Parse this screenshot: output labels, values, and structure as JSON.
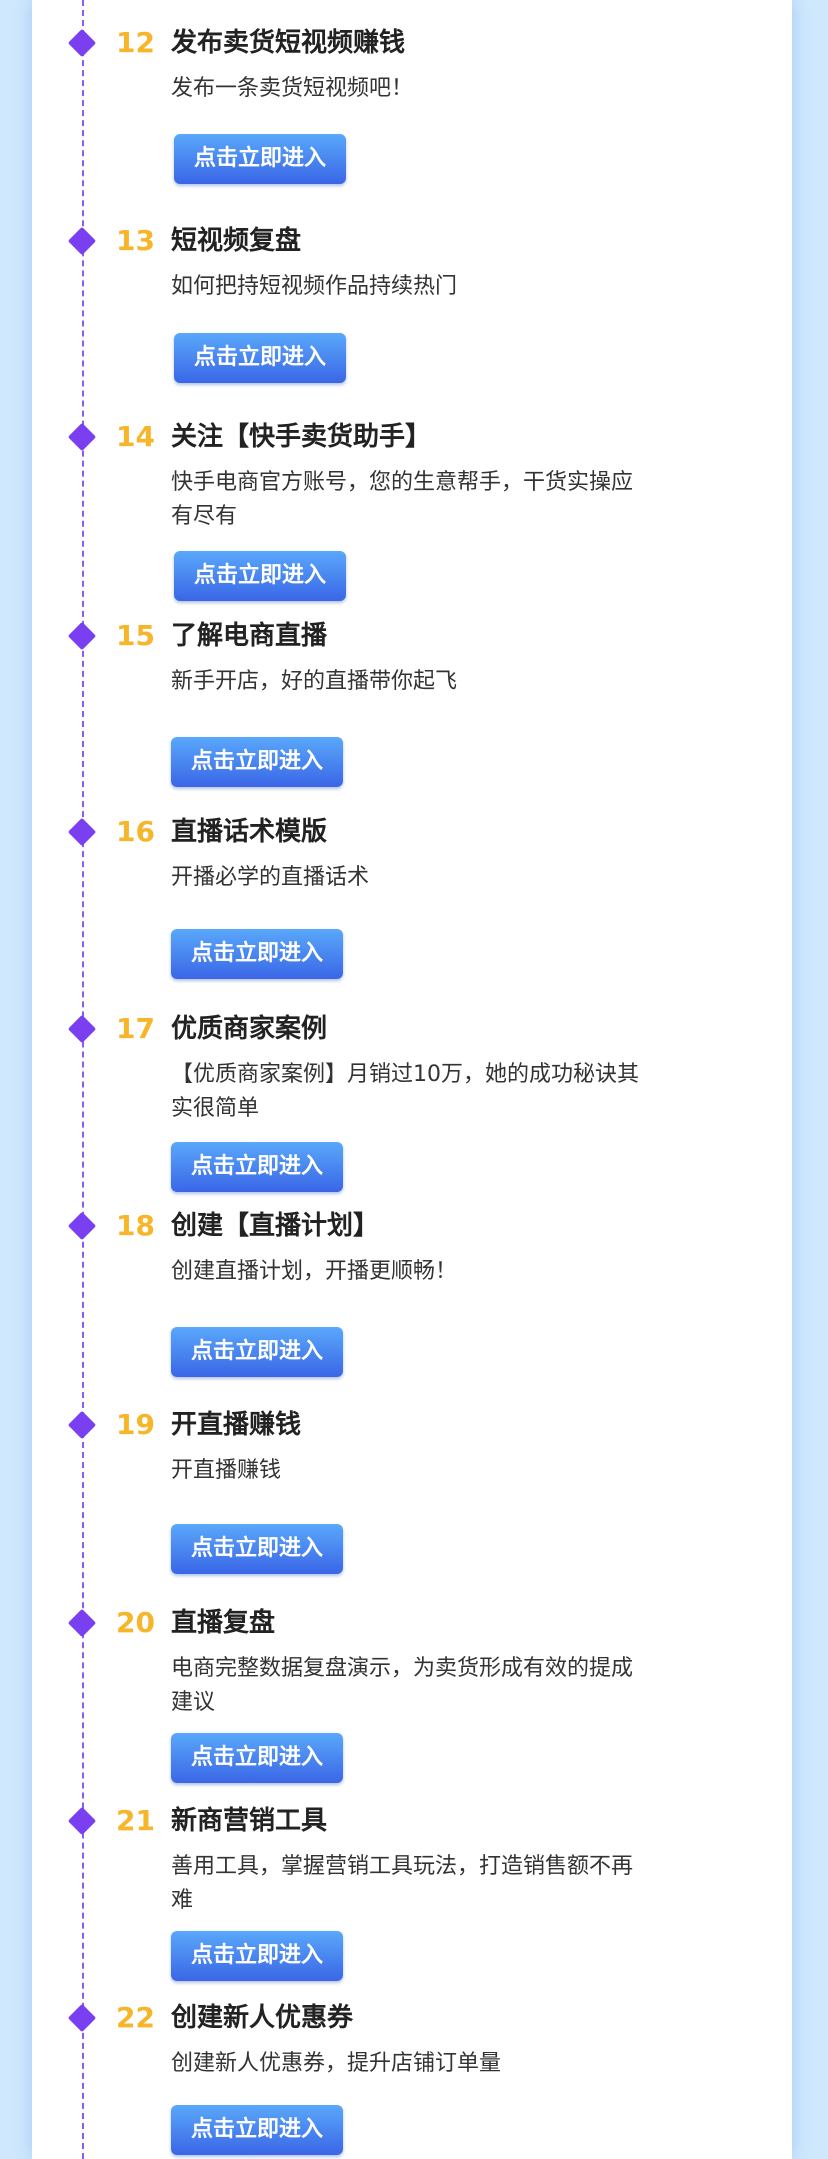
{
  "button_label": "点击立即进入",
  "colors": {
    "accent_purple": "#7a3ff0",
    "number_orange": "#f7b52a",
    "button_blue": "#3a66e6",
    "page_bg": "#cfe8fd"
  },
  "steps": [
    {
      "number": "12",
      "title": "发布卖货短视频赚钱",
      "desc": "发布一条卖货短视频吧！"
    },
    {
      "number": "13",
      "title": "短视频复盘",
      "desc": "如何把持短视频作品持续热门"
    },
    {
      "number": "14",
      "title": "关注【快手卖货助手】",
      "desc": "快手电商官方账号，您的生意帮手，干货实操应有尽有"
    },
    {
      "number": "15",
      "title": "了解电商直播",
      "desc": "新手开店，好的直播带你起飞"
    },
    {
      "number": "16",
      "title": "直播话术模版",
      "desc": "开播必学的直播话术"
    },
    {
      "number": "17",
      "title": "优质商家案例",
      "desc": "【优质商家案例】月销过10万，她的成功秘诀其实很简单"
    },
    {
      "number": "18",
      "title": "创建【直播计划】",
      "desc": "创建直播计划，开播更顺畅！"
    },
    {
      "number": "19",
      "title": "开直播赚钱",
      "desc": "开直播赚钱"
    },
    {
      "number": "20",
      "title": "直播复盘",
      "desc": "电商完整数据复盘演示，为卖货形成有效的提成建议"
    },
    {
      "number": "21",
      "title": "新商营销工具",
      "desc": "善用工具，掌握营销工具玩法，打造销售额不再难"
    },
    {
      "number": "22",
      "title": "创建新人优惠券",
      "desc": "创建新人优惠券，提升店铺订单量"
    }
  ]
}
